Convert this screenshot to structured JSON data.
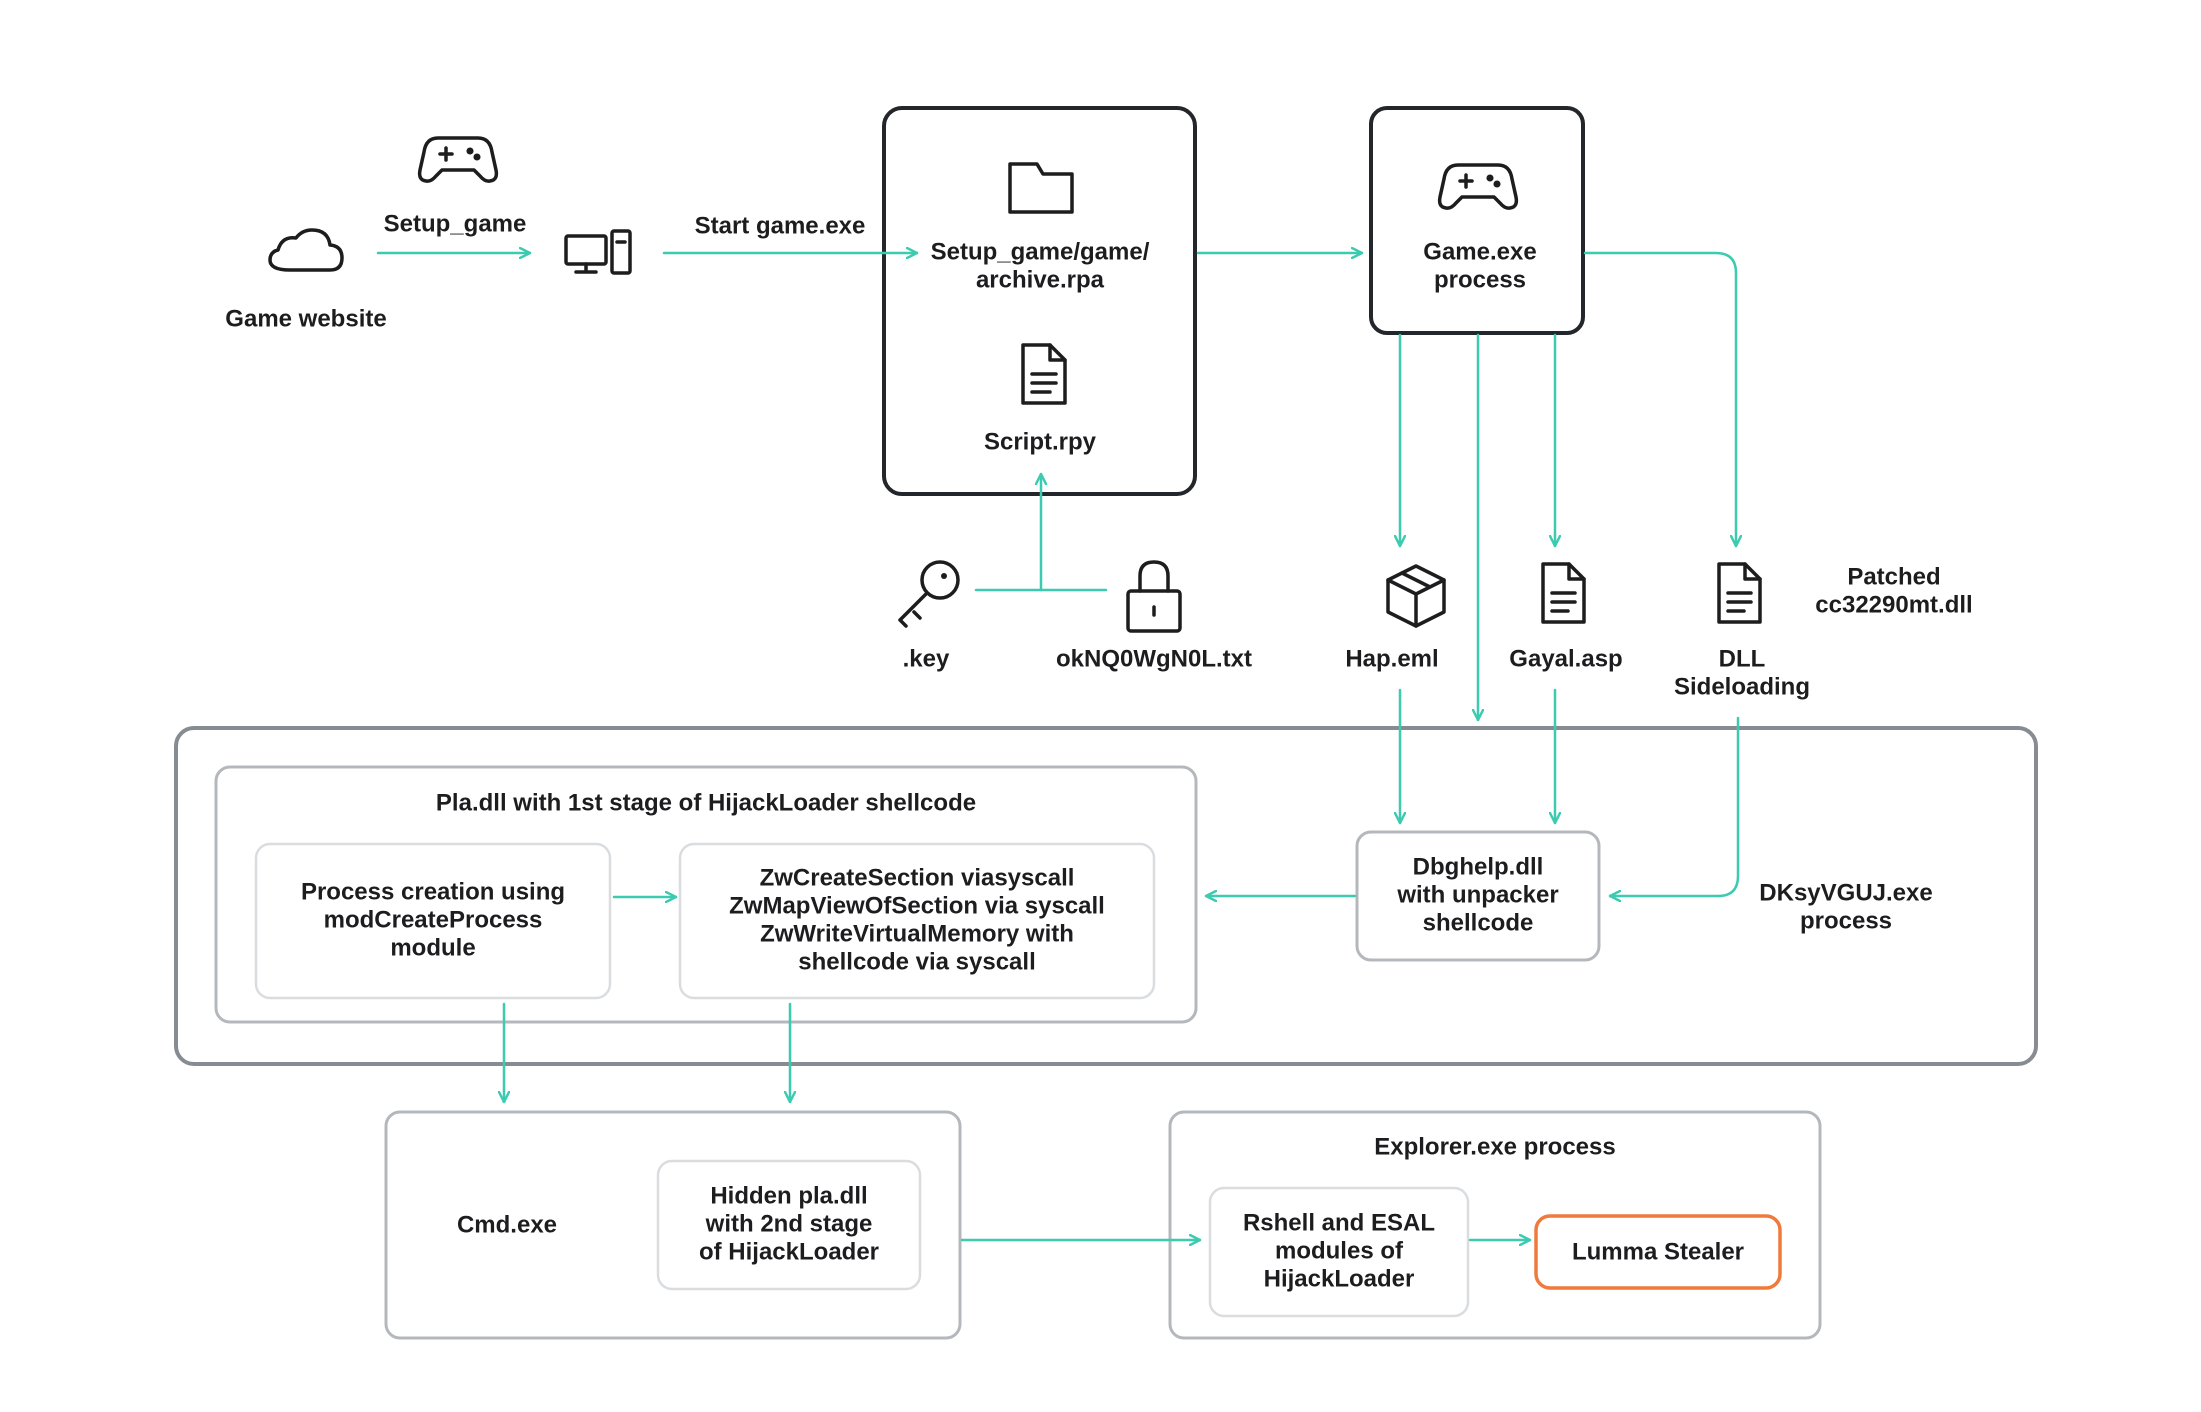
{
  "colors": {
    "arrow": "#3ccbb0",
    "dark_box": "#23262b",
    "grey_box": "#b4b8bd",
    "light_box": "#dadde0",
    "highlight": "#f07a3c",
    "text": "#1d1d1f"
  },
  "source": {
    "label": "Game website",
    "icon": "cloud-icon"
  },
  "download": {
    "label": "Setup_game",
    "icon": "gamepad-icon"
  },
  "computer": {
    "icon": "computer-icon"
  },
  "start_label": "Start game.exe",
  "archive": {
    "line1": "Setup_game/game/",
    "line2": "archive.rpa",
    "icon": "folder-icon"
  },
  "script": {
    "label": "Script.rpy",
    "icon": "document-icon"
  },
  "key": {
    "label": ".key",
    "icon": "key-icon"
  },
  "txt": {
    "label": "okNQ0WgN0L.txt",
    "icon": "lock-icon"
  },
  "game_process": {
    "line1": "Game.exe",
    "line2": "process",
    "icon": "gamepad-icon"
  },
  "hap": {
    "label": "Hap.eml",
    "icon": "package-icon"
  },
  "gayal": {
    "label": "Gayal.asp",
    "icon": "document-icon"
  },
  "dll": {
    "line1": "DLL",
    "line2": "Sideloading",
    "icon": "document-icon"
  },
  "patched": {
    "line1": "Patched",
    "line2": "cc32290mt.dll"
  },
  "dksy": {
    "line1": "DKsyVGUJ.exe",
    "line2": "process"
  },
  "dbghelp": {
    "line1": "Dbghelp.dll",
    "line2": "with unpacker",
    "line3": "shellcode"
  },
  "pla_stage1": {
    "title": "Pla.dll with 1st stage of HijackLoader shellcode"
  },
  "process_creation": {
    "line1": "Process creation using",
    "line2": "modCreateProcess",
    "line3": "module"
  },
  "syscalls": {
    "line1": "ZwCreateSection viasyscall",
    "line2": "ZwMapViewOfSection via syscall",
    "line3": "ZwWriteVirtualMemory with",
    "line4": "shellcode via syscall"
  },
  "cmd": {
    "label": "Cmd.exe"
  },
  "hidden_pla": {
    "line1": "Hidden pla.dll",
    "line2": "with 2nd stage",
    "line3": "of HijackLoader"
  },
  "explorer": {
    "title": "Explorer.exe process"
  },
  "rshell": {
    "line1": "Rshell and ESAL",
    "line2": "modules of",
    "line3": "HijackLoader"
  },
  "lumma": {
    "label": "Lumma Stealer"
  }
}
